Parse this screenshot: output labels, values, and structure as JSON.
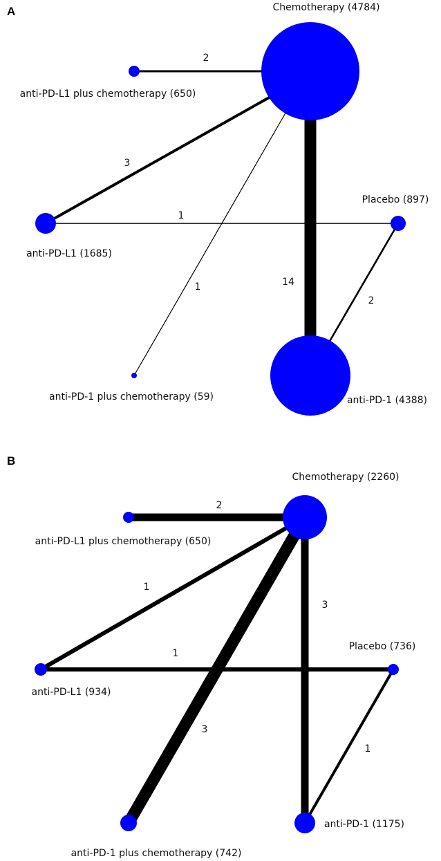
{
  "colors": {
    "node_fill": "#0000ff",
    "edge_stroke": "#000000",
    "background": "#ffffff"
  },
  "panels": [
    {
      "letter": "A",
      "nodes": [
        {
          "id": "chemo",
          "label": "Chemotherapy (4784)"
        },
        {
          "id": "pdl1chemo",
          "label": "anti-PD-L1 plus chemotherapy (650)"
        },
        {
          "id": "pdl1",
          "label": "anti-PD-L1 (1685)"
        },
        {
          "id": "placebo",
          "label": "Placebo (897)"
        },
        {
          "id": "pd1chemo",
          "label": "anti-PD-1 plus chemotherapy (59)"
        },
        {
          "id": "pd1",
          "label": "anti-PD-1 (4388)"
        }
      ],
      "edges": [
        {
          "from": "pdl1chemo",
          "to": "chemo",
          "label": "2"
        },
        {
          "from": "pdl1",
          "to": "chemo",
          "label": "3"
        },
        {
          "from": "pdl1",
          "to": "placebo",
          "label": "1"
        },
        {
          "from": "pd1chemo",
          "to": "chemo",
          "label": "1"
        },
        {
          "from": "chemo",
          "to": "pd1",
          "label": "14"
        },
        {
          "from": "placebo",
          "to": "pd1",
          "label": "2"
        }
      ]
    },
    {
      "letter": "B",
      "nodes": [
        {
          "id": "chemo",
          "label": "Chemotherapy (2260)"
        },
        {
          "id": "pdl1chemo",
          "label": "anti-PD-L1 plus chemotherapy (650)"
        },
        {
          "id": "pdl1",
          "label": "anti-PD-L1 (934)"
        },
        {
          "id": "placebo",
          "label": "Placebo (736)"
        },
        {
          "id": "pd1chemo",
          "label": "anti-PD-1 plus chemotherapy (742)"
        },
        {
          "id": "pd1",
          "label": "anti-PD-1 (1175)"
        }
      ],
      "edges": [
        {
          "from": "pdl1chemo",
          "to": "chemo",
          "label": "2"
        },
        {
          "from": "pdl1",
          "to": "chemo",
          "label": "1"
        },
        {
          "from": "pdl1",
          "to": "placebo",
          "label": "1"
        },
        {
          "from": "pd1chemo",
          "to": "chemo",
          "label": "3"
        },
        {
          "from": "chemo",
          "to": "pd1",
          "label": "3"
        },
        {
          "from": "placebo",
          "to": "pd1",
          "label": "1"
        }
      ]
    }
  ]
}
